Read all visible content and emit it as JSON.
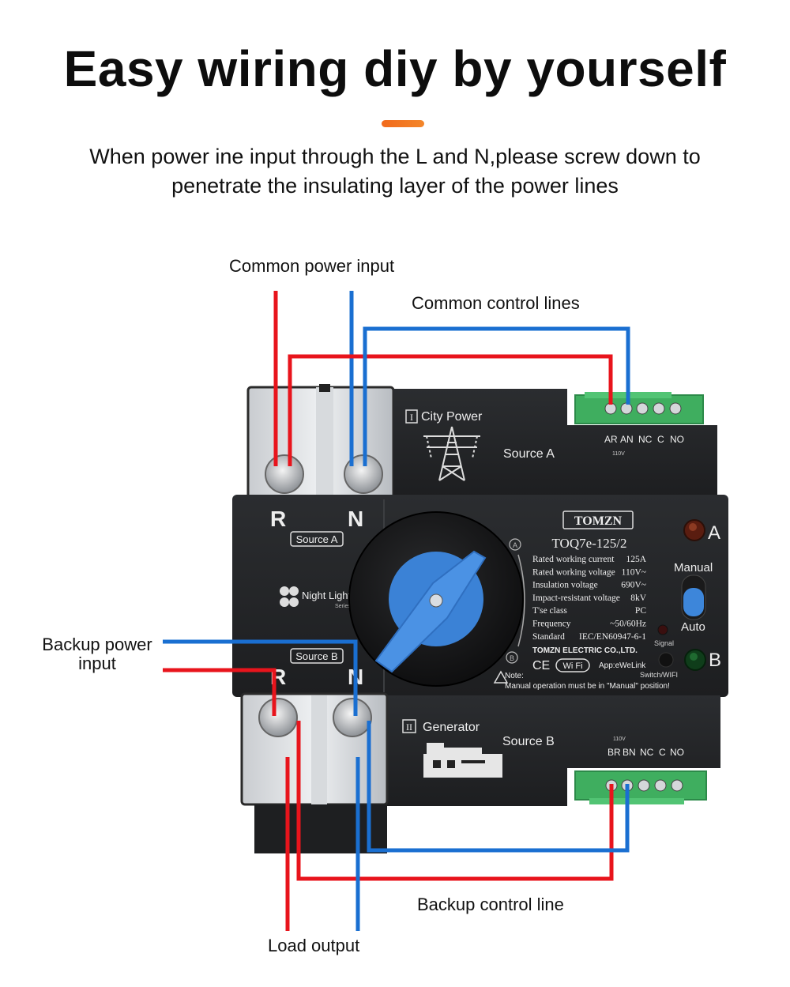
{
  "header": {
    "title": "Easy wiring diy by yourself",
    "subtitle_line1": "When power ine input through the L and N,please screw down to",
    "subtitle_line2": "penetrate the insulating layer of the power lines",
    "accent_color": "#f3862a"
  },
  "callouts": {
    "common_power_input": "Common power input",
    "common_control_lines": "Common control lines",
    "backup_power_input": "Backup power input",
    "backup_control_line": "Backup control line",
    "load_output": "Load output"
  },
  "wire_colors": {
    "live": "#e8141c",
    "neutral": "#1a6fd1"
  },
  "device": {
    "brand": "TOMZN",
    "model": "TOQ7e-125/2",
    "source_a_title": "City Power",
    "source_a_roman": "I",
    "source_a_label": "Source A",
    "source_b_title": "Generator",
    "source_b_roman": "II",
    "source_b_label": "Source B",
    "terminal_r": "R",
    "terminal_n": "N",
    "tag_source_a": "Source A",
    "tag_source_b": "Source B",
    "night_light": "Night Light",
    "night_light_sub": "Series",
    "pos_a": "A",
    "pos_b": "B",
    "manual": "Manual",
    "auto": "Auto",
    "signal": "Signal",
    "switch_wifi": "Switch/WIFI",
    "app": "App:eWeLink",
    "wifi_badge": "Wi  Fi",
    "ce": "CE",
    "company": "TOMZN ELECTRIC CO.,LTD.",
    "note_label": "Note:",
    "note_text": "Manual operation must be in \"Manual\" position!",
    "top_terminals": {
      "ar": "AR",
      "an": "AN",
      "nc": "NC",
      "c": "C",
      "no": "NO",
      "volt": "110V"
    },
    "bottom_terminals": {
      "br": "BR",
      "bn": "BN",
      "nc": "NC",
      "c": "C",
      "no": "NO",
      "volt": "110V"
    },
    "specs": [
      {
        "label": "Rated working current",
        "value": "125A"
      },
      {
        "label": "Rated working voltage",
        "value": "110V~"
      },
      {
        "label": "Insulation voltage",
        "value": "690V~"
      },
      {
        "label": "Impact-resistant voltage",
        "value": "8kV"
      },
      {
        "label": "T'se class",
        "value": "PC"
      },
      {
        "label": "Frequency",
        "value": "~50/60Hz"
      },
      {
        "label": "Standard",
        "value": "IEC/EN60947-6-1"
      }
    ],
    "knob_mark_a": "A",
    "knob_mark_b": "B"
  }
}
